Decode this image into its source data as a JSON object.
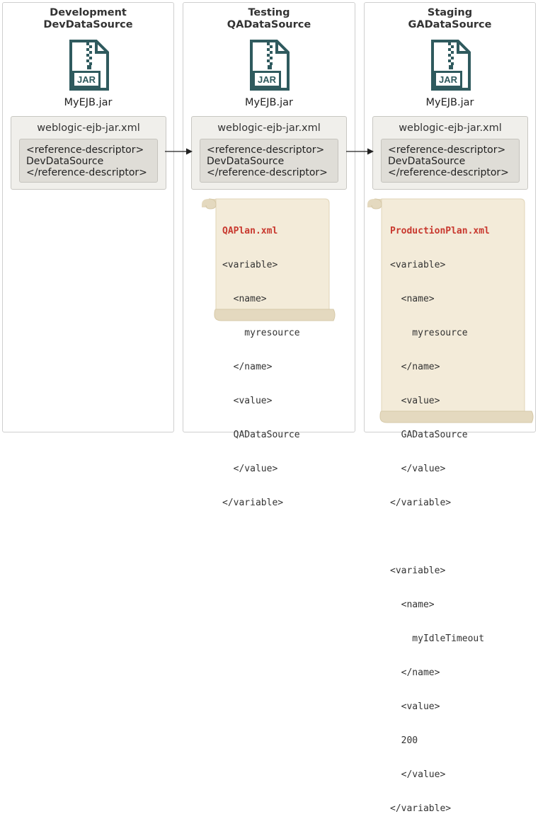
{
  "columns": [
    {
      "title_line1": "Development",
      "title_line2": "DevDataSource",
      "jar_icon_text": "JAR",
      "jar_label": "MyEJB.jar",
      "xml_title": "weblogic-ejb-jar.xml",
      "ref_lines": [
        "<reference-descriptor>",
        "DevDataSource",
        "</reference-descriptor>"
      ]
    },
    {
      "title_line1": "Testing",
      "title_line2": "QADataSource",
      "jar_icon_text": "JAR",
      "jar_label": "MyEJB.jar",
      "xml_title": "weblogic-ejb-jar.xml",
      "ref_lines": [
        "<reference-descriptor>",
        "DevDataSource",
        "</reference-descriptor>"
      ]
    },
    {
      "title_line1": "Staging",
      "title_line2": "GADataSource",
      "jar_icon_text": "JAR",
      "jar_label": "MyEJB.jar",
      "xml_title": "weblogic-ejb-jar.xml",
      "ref_lines": [
        "<reference-descriptor>",
        "DevDataSource",
        "</reference-descriptor>"
      ]
    }
  ],
  "plans": [
    {
      "filename": "QAPlan.xml",
      "lines": [
        "<variable>",
        "  <name>",
        "    myresource",
        "  </name>",
        "  <value>",
        "  QADataSource",
        "  </value>",
        "</variable>"
      ]
    },
    {
      "filename": "ProductionPlan.xml",
      "lines": [
        "<variable>",
        "  <name>",
        "    myresource",
        "  </name>",
        "  <value>",
        "  GADataSource",
        "  </value>",
        "</variable>",
        "",
        "<variable>",
        "  <name>",
        "    myIdleTimeout",
        "  </name>",
        "  <value>",
        "  200",
        "  </value>",
        "</variable>"
      ]
    }
  ],
  "colors": {
    "jar_icon": "#2f5a5e",
    "plan_filename": "#c8382e",
    "scroll_fill": "#f3ebd9",
    "scroll_shade": "#e4d9bf",
    "xml_box": "#f0efeb",
    "ref_box": "#dfddd7"
  }
}
